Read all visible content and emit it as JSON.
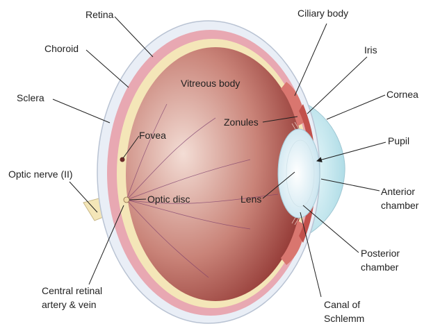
{
  "labels": {
    "retina": "Retina",
    "choroid": "Choroid",
    "sclera": "Sclera",
    "vitreous_body": "Vitreous body",
    "ciliary_body": "Ciliary body",
    "iris": "Iris",
    "cornea": "Cornea",
    "zonules": "Zonules",
    "fovea": "Fovea",
    "pupil": "Pupil",
    "optic_nerve": "Optic nerve (II)",
    "optic_disc": "Optic disc",
    "lens": "Lens",
    "anterior_chamber": [
      "Anterior",
      "chamber"
    ],
    "posterior_chamber": [
      "Posterior",
      "chamber"
    ],
    "central_retinal": [
      "Central retinal",
      "artery & vein"
    ],
    "canal_of_schlemm": [
      "Canal of",
      "Schlemm"
    ]
  },
  "colors": {
    "sclera": "#e9eef6",
    "sclera_edge": "#b9c3d3",
    "choroid": "#e8a8b2",
    "retina": "#f4e6b8",
    "vitreous_center": "#f3ddd5",
    "vitreous_mid": "#c98378",
    "vitreous_edge": "#8c2f2c",
    "cornea": "#bfe6ee",
    "lens": "#dff1f7",
    "ciliary": "#d9766f",
    "iris": "#c2514c",
    "optic_nerve": "#f4e6b8",
    "vessel": "#7a3a6a"
  }
}
